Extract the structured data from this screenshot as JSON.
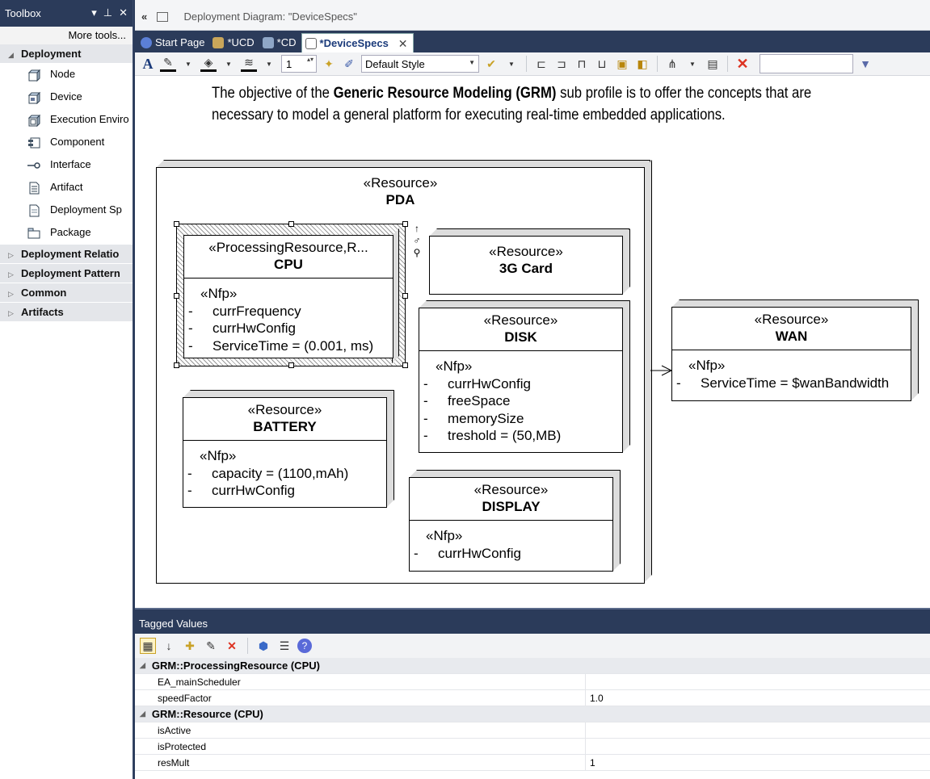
{
  "toolbox": {
    "title": "Toolbox",
    "more_tools": "More tools...",
    "categories": [
      {
        "label": "Deployment",
        "expanded": true,
        "items": [
          {
            "label": "Node",
            "icon": "node-icon"
          },
          {
            "label": "Device",
            "icon": "device-icon"
          },
          {
            "label": "Execution Enviro",
            "icon": "execution-environment-icon"
          },
          {
            "label": "Component",
            "icon": "component-icon"
          },
          {
            "label": "Interface",
            "icon": "interface-icon"
          },
          {
            "label": "Artifact",
            "icon": "artifact-icon"
          },
          {
            "label": "Deployment Sp",
            "icon": "deployment-spec-icon"
          },
          {
            "label": "Package",
            "icon": "package-icon"
          }
        ]
      },
      {
        "label": "Deployment Relatio",
        "expanded": false
      },
      {
        "label": "Deployment Pattern",
        "expanded": false
      },
      {
        "label": "Common",
        "expanded": false
      },
      {
        "label": "Artifacts",
        "expanded": false
      }
    ]
  },
  "header": {
    "collapse_symbol": "«",
    "title": "Deployment Diagram: \"DeviceSpecs\""
  },
  "tabs": [
    {
      "label": "Start Page",
      "active": false
    },
    {
      "label": "*UCD",
      "active": false
    },
    {
      "label": "*CD",
      "active": false
    },
    {
      "label": "*DeviceSpecs",
      "active": true
    }
  ],
  "toolbar": {
    "line_width": "1",
    "style": "Default Style"
  },
  "diagram": {
    "intro_part1": "The objective of the ",
    "intro_bold": "Generic Resource Modeling (GRM)",
    "intro_part2": " sub profile is to offer the concepts that are",
    "intro_line2": "necessary to model a general platform for executing real-time embedded applications.",
    "nfp_label": "«Nfp»",
    "pda": {
      "stereotype": "«Resource»",
      "name": "PDA"
    },
    "cpu": {
      "stereotype": "«ProcessingResource,R...",
      "name": "CPU",
      "attrs": [
        "currFrequency",
        "currHwConfig",
        "ServiceTime = (0.001, ms)"
      ]
    },
    "card3g": {
      "stereotype": "«Resource»",
      "name": "3G Card"
    },
    "disk": {
      "stereotype": "«Resource»",
      "name": "DISK",
      "attrs": [
        "currHwConfig",
        "freeSpace",
        "memorySize",
        "treshold = (50,MB)"
      ]
    },
    "battery": {
      "stereotype": "«Resource»",
      "name": "BATTERY",
      "attrs": [
        "capacity = (1100,mAh)",
        "currHwConfig"
      ]
    },
    "display": {
      "stereotype": "«Resource»",
      "name": "DISPLAY",
      "attrs": [
        "currHwConfig"
      ]
    },
    "wan": {
      "stereotype": "«Resource»",
      "name": "WAN",
      "attrs": [
        "ServiceTime = $wanBandwidth"
      ]
    }
  },
  "tagged_values": {
    "title": "Tagged Values",
    "groups": [
      {
        "label": "GRM::ProcessingResource (CPU)",
        "rows": [
          {
            "key": "EA_mainScheduler",
            "value": ""
          },
          {
            "key": "speedFactor",
            "value": "1.0"
          }
        ]
      },
      {
        "label": "GRM::Resource (CPU)",
        "rows": [
          {
            "key": "isActive",
            "value": ""
          },
          {
            "key": "isProtected",
            "value": ""
          },
          {
            "key": "resMult",
            "value": "1"
          }
        ]
      }
    ]
  },
  "colors": {
    "chrome": "#2b3b5a",
    "selected_tab_text": "#1a3a7a"
  }
}
